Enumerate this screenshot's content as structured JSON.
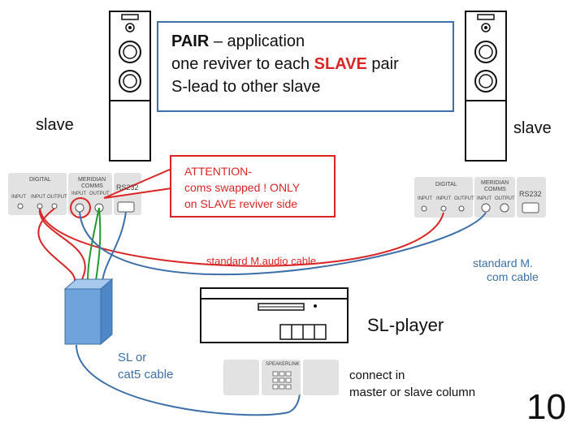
{
  "title_box": {
    "line1_bold": "PAIR",
    "line1_rest": " – application",
    "line2_pre": "one reviver to each ",
    "line2_red": "SLAVE",
    "line2_post": " pair",
    "line3": "S-lead to other slave"
  },
  "labels": {
    "slave_left": "slave",
    "slave_right": "slave",
    "attention_1": "ATTENTION-",
    "attention_2": "coms swapped ! ONLY",
    "attention_3": "on SLAVE reviver side",
    "audio_cable": "standard M.audio cable",
    "com_cable_1": "standard M.",
    "com_cable_2": "com cable",
    "sl_player": "SL-player",
    "sl_cable_1": "SL or",
    "sl_cable_2": "cat5 cable",
    "connect_1": "connect in",
    "connect_2": "master or slave column",
    "page_number": "10"
  },
  "left_panel": {
    "digital": "DIGITAL",
    "meridian_1": "MERIDIAN",
    "meridian_2": "COMMS",
    "rs232": "RS232",
    "input": "INPUT",
    "output": "OUTPUT"
  },
  "right_panel": {
    "digital": "DIGITAL",
    "meridian_1": "MERIDIAN",
    "meridian_2": "COMMS",
    "rs232": "RS232",
    "input": "INPUT",
    "output": "OUTPUT"
  },
  "speakerlink": "SPEAKERLINK",
  "colors": {
    "red": "#d92525",
    "blue": "#3d6fa8",
    "green": "#1f9a2e",
    "reviver": "#6fa3dc"
  }
}
